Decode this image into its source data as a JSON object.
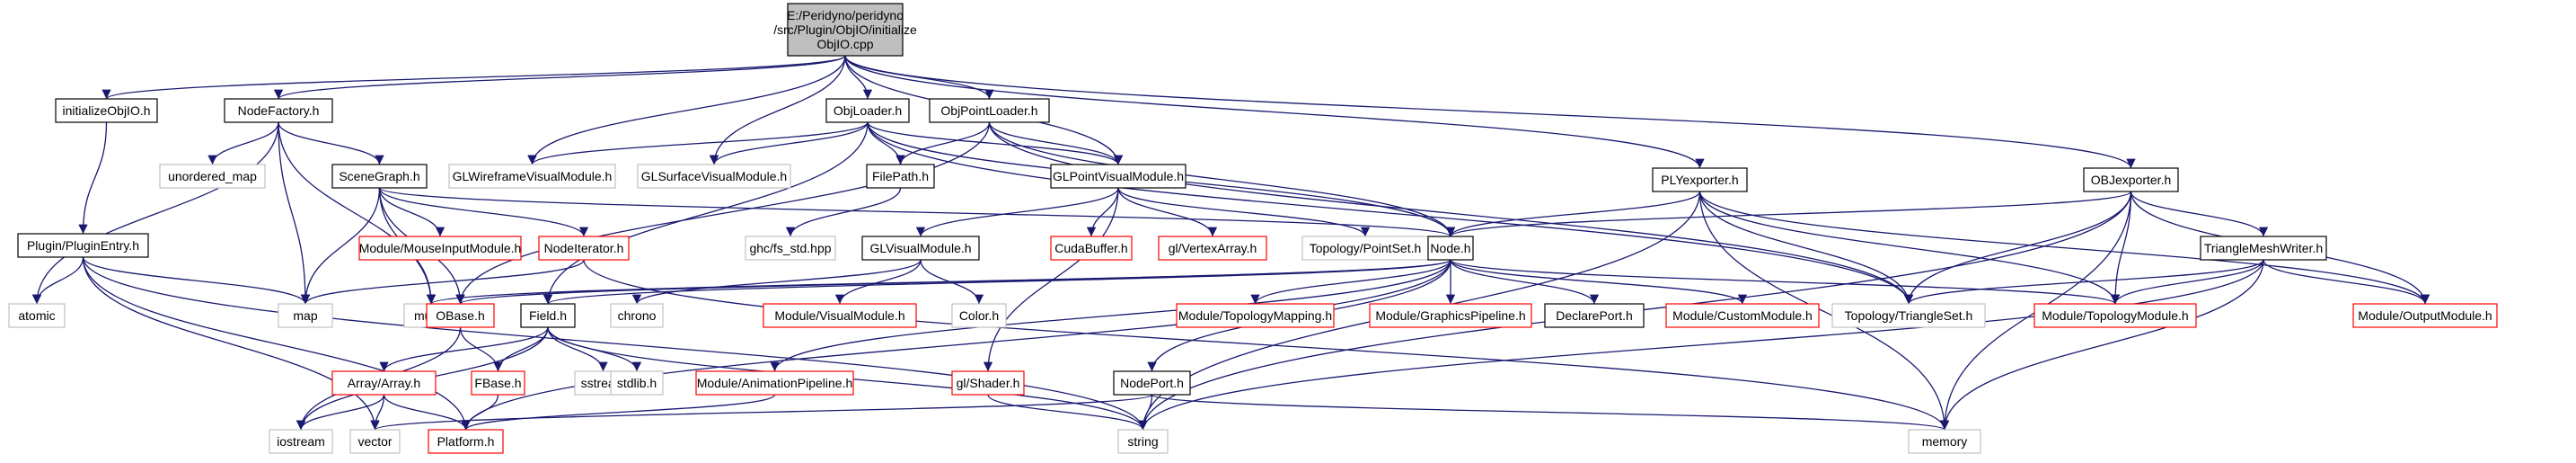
{
  "colors": {
    "root_fill": "#bfbfbf",
    "normal_border": "#000000",
    "external_border": "#c0c0c0",
    "undocumented_border": "#ff0000",
    "edge": "#191970",
    "text": "#000000"
  },
  "nodes": [
    {
      "id": "root",
      "lines": [
        "E:/Peridyno/peridyno",
        "/src/Plugin/ObjIO/initialize",
        "ObjIO.cpp"
      ],
      "kind": "root"
    },
    {
      "id": "initializeObjIO",
      "lines": [
        "initializeObjIO.h"
      ],
      "kind": "normal"
    },
    {
      "id": "NodeFactory",
      "lines": [
        "NodeFactory.h"
      ],
      "kind": "normal"
    },
    {
      "id": "ObjLoader",
      "lines": [
        "ObjLoader.h"
      ],
      "kind": "normal"
    },
    {
      "id": "ObjPointLoader",
      "lines": [
        "ObjPointLoader.h"
      ],
      "kind": "normal"
    },
    {
      "id": "GLWireframe",
      "lines": [
        "GLWireframeVisualModule.h"
      ],
      "kind": "external"
    },
    {
      "id": "GLSurface",
      "lines": [
        "GLSurfaceVisualModule.h"
      ],
      "kind": "external"
    },
    {
      "id": "unordered_map",
      "lines": [
        "unordered_map"
      ],
      "kind": "external"
    },
    {
      "id": "SceneGraph",
      "lines": [
        "SceneGraph.h"
      ],
      "kind": "normal"
    },
    {
      "id": "FilePath",
      "lines": [
        "FilePath.h"
      ],
      "kind": "normal"
    },
    {
      "id": "GLPointVisual",
      "lines": [
        "GLPointVisualModule.h"
      ],
      "kind": "normal"
    },
    {
      "id": "PLYexporter",
      "lines": [
        "PLYexporter.h"
      ],
      "kind": "normal"
    },
    {
      "id": "OBJexporter",
      "lines": [
        "OBJexporter.h"
      ],
      "kind": "normal"
    },
    {
      "id": "MouseInput",
      "lines": [
        "Module/MouseInputModule.h"
      ],
      "kind": "missing"
    },
    {
      "id": "NodeIterator",
      "lines": [
        "NodeIterator.h"
      ],
      "kind": "missing"
    },
    {
      "id": "ghc",
      "lines": [
        "ghc/fs_std.hpp"
      ],
      "kind": "external"
    },
    {
      "id": "GLVisualModule",
      "lines": [
        "GLVisualModule.h"
      ],
      "kind": "normal"
    },
    {
      "id": "CudaBuffer",
      "lines": [
        "CudaBuffer.h"
      ],
      "kind": "missing"
    },
    {
      "id": "VertexArray",
      "lines": [
        "gl/VertexArray.h"
      ],
      "kind": "missing"
    },
    {
      "id": "PointSet",
      "lines": [
        "Topology/PointSet.h"
      ],
      "kind": "external"
    },
    {
      "id": "PluginEntry",
      "lines": [
        "Plugin/PluginEntry.h"
      ],
      "kind": "normal"
    },
    {
      "id": "Node",
      "lines": [
        "Node.h"
      ],
      "kind": "normal"
    },
    {
      "id": "TriangleMeshWriter",
      "lines": [
        "TriangleMeshWriter.h"
      ],
      "kind": "normal"
    },
    {
      "id": "atomic",
      "lines": [
        "atomic"
      ],
      "kind": "external"
    },
    {
      "id": "map",
      "lines": [
        "map"
      ],
      "kind": "external"
    },
    {
      "id": "mutex",
      "lines": [
        "mutex"
      ],
      "kind": "external"
    },
    {
      "id": "OBase",
      "lines": [
        "OBase.h"
      ],
      "kind": "missing"
    },
    {
      "id": "Field",
      "lines": [
        "Field.h"
      ],
      "kind": "normal"
    },
    {
      "id": "chrono",
      "lines": [
        "chrono"
      ],
      "kind": "external"
    },
    {
      "id": "VisualModule",
      "lines": [
        "Module/VisualModule.h"
      ],
      "kind": "missing"
    },
    {
      "id": "Color",
      "lines": [
        "Color.h"
      ],
      "kind": "external"
    },
    {
      "id": "TopologyMapping",
      "lines": [
        "Module/TopologyMapping.h"
      ],
      "kind": "missing"
    },
    {
      "id": "GraphicsPipeline",
      "lines": [
        "Module/GraphicsPipeline.h"
      ],
      "kind": "missing"
    },
    {
      "id": "DeclarePort",
      "lines": [
        "DeclarePort.h"
      ],
      "kind": "normal"
    },
    {
      "id": "CustomModule",
      "lines": [
        "Module/CustomModule.h"
      ],
      "kind": "missing"
    },
    {
      "id": "TriangleSet",
      "lines": [
        "Topology/TriangleSet.h"
      ],
      "kind": "external"
    },
    {
      "id": "TopologyModule",
      "lines": [
        "Module/TopologyModule.h"
      ],
      "kind": "missing"
    },
    {
      "id": "OutputModule",
      "lines": [
        "Module/OutputModule.h"
      ],
      "kind": "missing"
    },
    {
      "id": "sstream",
      "lines": [
        "sstream"
      ],
      "kind": "external"
    },
    {
      "id": "stdlib",
      "lines": [
        "stdlib.h"
      ],
      "kind": "external"
    },
    {
      "id": "FBase",
      "lines": [
        "FBase.h"
      ],
      "kind": "missing"
    },
    {
      "id": "ArrayArray",
      "lines": [
        "Array/Array.h"
      ],
      "kind": "missing"
    },
    {
      "id": "AnimationPipeline",
      "lines": [
        "Module/AnimationPipeline.h"
      ],
      "kind": "missing"
    },
    {
      "id": "Shader",
      "lines": [
        "gl/Shader.h"
      ],
      "kind": "missing"
    },
    {
      "id": "NodePort",
      "lines": [
        "NodePort.h"
      ],
      "kind": "normal"
    },
    {
      "id": "iostream",
      "lines": [
        "iostream"
      ],
      "kind": "external"
    },
    {
      "id": "vector",
      "lines": [
        "vector"
      ],
      "kind": "external"
    },
    {
      "id": "Platform",
      "lines": [
        "Platform.h"
      ],
      "kind": "missing"
    },
    {
      "id": "string",
      "lines": [
        "string"
      ],
      "kind": "external"
    },
    {
      "id": "memory",
      "lines": [
        "memory"
      ],
      "kind": "external"
    }
  ],
  "edges": [
    [
      "root",
      "initializeObjIO"
    ],
    [
      "root",
      "NodeFactory"
    ],
    [
      "root",
      "ObjLoader"
    ],
    [
      "root",
      "ObjPointLoader"
    ],
    [
      "root",
      "GLWireframe"
    ],
    [
      "root",
      "GLSurface"
    ],
    [
      "root",
      "GLPointVisual"
    ],
    [
      "root",
      "PLYexporter"
    ],
    [
      "root",
      "OBJexporter"
    ],
    [
      "initializeObjIO",
      "PluginEntry"
    ],
    [
      "NodeFactory",
      "unordered_map"
    ],
    [
      "NodeFactory",
      "SceneGraph"
    ],
    [
      "NodeFactory",
      "atomic"
    ],
    [
      "NodeFactory",
      "map"
    ],
    [
      "NodeFactory",
      "mutex"
    ],
    [
      "ObjLoader",
      "GLWireframe"
    ],
    [
      "ObjLoader",
      "GLSurface"
    ],
    [
      "ObjLoader",
      "FilePath"
    ],
    [
      "ObjLoader",
      "GLPointVisual"
    ],
    [
      "ObjLoader",
      "Node"
    ],
    [
      "ObjLoader",
      "TriangleSet"
    ],
    [
      "ObjLoader",
      "Field"
    ],
    [
      "ObjPointLoader",
      "FilePath"
    ],
    [
      "ObjPointLoader",
      "GLPointVisual"
    ],
    [
      "ObjPointLoader",
      "Node"
    ],
    [
      "ObjPointLoader",
      "OBase"
    ],
    [
      "ObjPointLoader",
      "TriangleSet"
    ],
    [
      "SceneGraph",
      "MouseInput"
    ],
    [
      "SceneGraph",
      "NodeIterator"
    ],
    [
      "SceneGraph",
      "Node"
    ],
    [
      "SceneGraph",
      "mutex"
    ],
    [
      "SceneGraph",
      "map"
    ],
    [
      "SceneGraph",
      "OBase"
    ],
    [
      "FilePath",
      "ghc"
    ],
    [
      "GLPointVisual",
      "GLVisualModule"
    ],
    [
      "GLPointVisual",
      "CudaBuffer"
    ],
    [
      "GLPointVisual",
      "VertexArray"
    ],
    [
      "GLPointVisual",
      "PointSet"
    ],
    [
      "GLPointVisual",
      "Shader"
    ],
    [
      "PLYexporter",
      "Node"
    ],
    [
      "PLYexporter",
      "TriangleSet"
    ],
    [
      "PLYexporter",
      "TopologyModule"
    ],
    [
      "PLYexporter",
      "OutputModule"
    ],
    [
      "PLYexporter",
      "string"
    ],
    [
      "PLYexporter",
      "memory"
    ],
    [
      "OBJexporter",
      "Node"
    ],
    [
      "OBJexporter",
      "TriangleMeshWriter"
    ],
    [
      "OBJexporter",
      "TriangleSet"
    ],
    [
      "OBJexporter",
      "TopologyModule"
    ],
    [
      "OBJexporter",
      "OutputModule"
    ],
    [
      "OBJexporter",
      "string"
    ],
    [
      "OBJexporter",
      "memory"
    ],
    [
      "NodeIterator",
      "map"
    ],
    [
      "NodeIterator",
      "memory"
    ],
    [
      "GLVisualModule",
      "VisualModule"
    ],
    [
      "GLVisualModule",
      "Color"
    ],
    [
      "GLVisualModule",
      "chrono"
    ],
    [
      "PluginEntry",
      "map"
    ],
    [
      "PluginEntry",
      "atomic"
    ],
    [
      "PluginEntry",
      "vector"
    ],
    [
      "PluginEntry",
      "string"
    ],
    [
      "PluginEntry",
      "Platform"
    ],
    [
      "Node",
      "OBase"
    ],
    [
      "Node",
      "Field"
    ],
    [
      "Node",
      "TopologyMapping"
    ],
    [
      "Node",
      "GraphicsPipeline"
    ],
    [
      "Node",
      "DeclarePort"
    ],
    [
      "Node",
      "CustomModule"
    ],
    [
      "Node",
      "TopologyModule"
    ],
    [
      "Node",
      "AnimationPipeline"
    ],
    [
      "Node",
      "NodePort"
    ],
    [
      "Node",
      "Platform"
    ],
    [
      "Node",
      "mutex"
    ],
    [
      "TriangleMeshWriter",
      "TopologyModule"
    ],
    [
      "TriangleMeshWriter",
      "OutputModule"
    ],
    [
      "TriangleMeshWriter",
      "TriangleSet"
    ],
    [
      "TriangleMeshWriter",
      "string"
    ],
    [
      "TriangleMeshWriter",
      "memory"
    ],
    [
      "OBase",
      "iostream"
    ],
    [
      "OBase",
      "FBase"
    ],
    [
      "Field",
      "FBase"
    ],
    [
      "Field",
      "ArrayArray"
    ],
    [
      "Field",
      "sstream"
    ],
    [
      "Field",
      "stdlib"
    ],
    [
      "Field",
      "iostream"
    ],
    [
      "Field",
      "string"
    ],
    [
      "FBase",
      "Platform"
    ],
    [
      "ArrayArray",
      "Platform"
    ],
    [
      "ArrayArray",
      "vector"
    ],
    [
      "ArrayArray",
      "iostream"
    ],
    [
      "AnimationPipeline",
      "Platform"
    ],
    [
      "Shader",
      "string"
    ],
    [
      "NodePort",
      "vector"
    ],
    [
      "NodePort",
      "string"
    ],
    [
      "NodePort",
      "memory"
    ]
  ]
}
